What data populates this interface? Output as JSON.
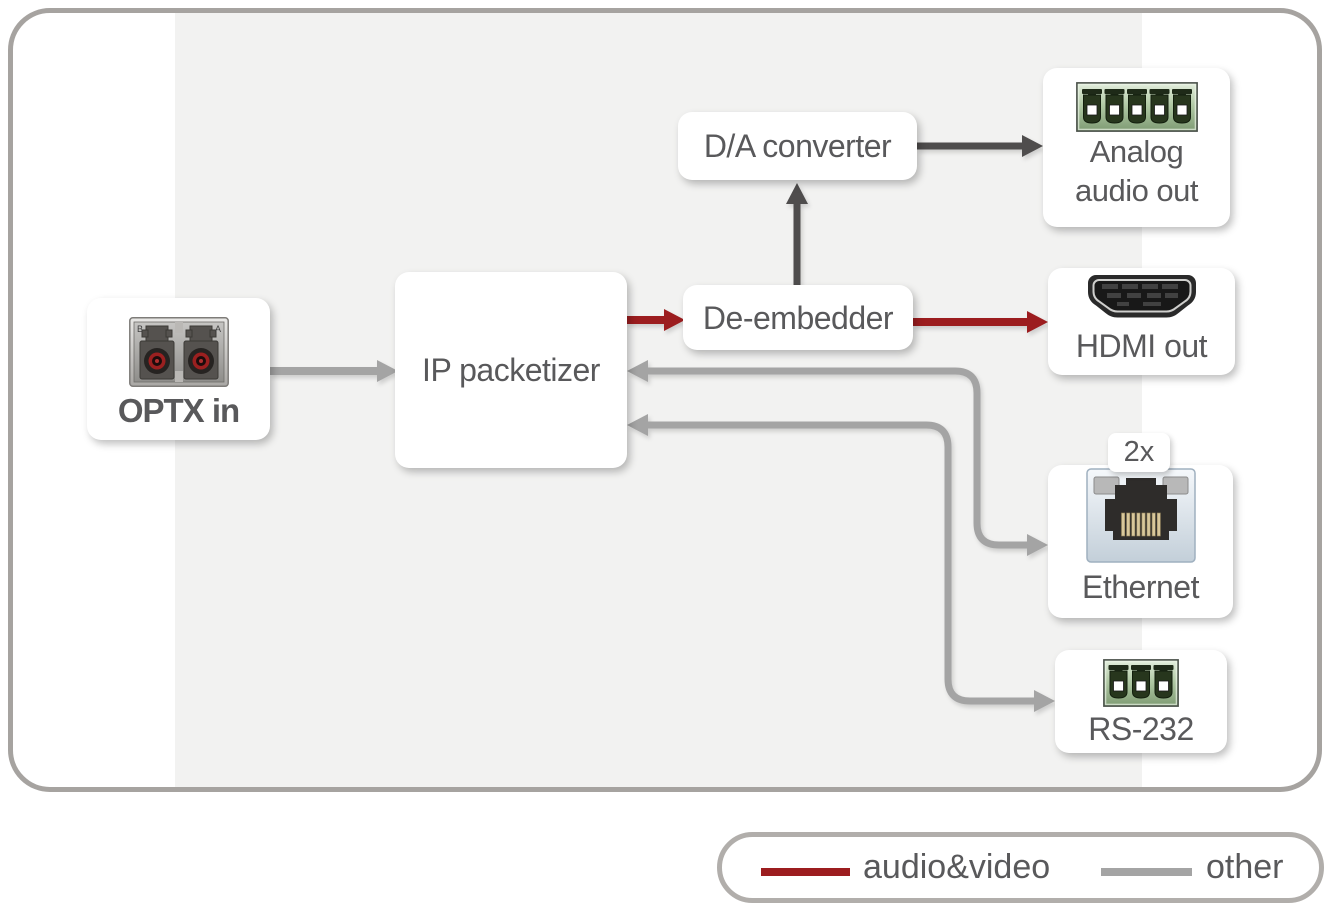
{
  "colors": {
    "frame_border": "#a6a3a0",
    "band_bg": "#f2f2f1",
    "box_bg": "#ffffff",
    "text": "#59595b",
    "audio_video_line": "#9c1d1f",
    "other_line": "#a4a4a4",
    "audio_line_dark": "#4f4d4d"
  },
  "nodes": {
    "optx_in": {
      "label": "OPTX in",
      "icon": "fiber-duplex-lc-icon",
      "port_b": "B",
      "port_a": "A"
    },
    "ip_packetizer": {
      "label": "IP packetizer"
    },
    "da_converter": {
      "label": "D/A converter"
    },
    "de_embedder": {
      "label": "De-embedder"
    },
    "analog_audio_out": {
      "label_line1": "Analog",
      "label_line2": "audio out",
      "icon": "phoenix-5pin-icon"
    },
    "hdmi_out": {
      "label": "HDMI out",
      "icon": "hdmi-connector-icon"
    },
    "ethernet": {
      "label": "Ethernet",
      "badge": "2x",
      "icon": "rj45-jack-icon"
    },
    "rs232": {
      "label": "RS-232",
      "icon": "phoenix-3pin-icon"
    }
  },
  "edges": [
    {
      "from": "optx_in",
      "to": "ip_packetizer",
      "style": "other",
      "arrows": "to"
    },
    {
      "from": "ip_packetizer",
      "to": "de_embedder",
      "style": "audio_video",
      "arrows": "to"
    },
    {
      "from": "de_embedder",
      "to": "hdmi_out",
      "style": "audio_video",
      "arrows": "to"
    },
    {
      "from": "de_embedder",
      "to": "da_converter",
      "style": "dark",
      "arrows": "to"
    },
    {
      "from": "da_converter",
      "to": "analog_audio_out",
      "style": "dark",
      "arrows": "to"
    },
    {
      "from": "ethernet",
      "to": "ip_packetizer",
      "style": "other",
      "arrows": "both"
    },
    {
      "from": "rs232",
      "to": "ip_packetizer",
      "style": "other",
      "arrows": "both"
    }
  ],
  "legend": {
    "items": [
      {
        "label": "audio&video",
        "color": "#9c1d1f"
      },
      {
        "label": "other",
        "color": "#a4a4a4"
      }
    ]
  }
}
